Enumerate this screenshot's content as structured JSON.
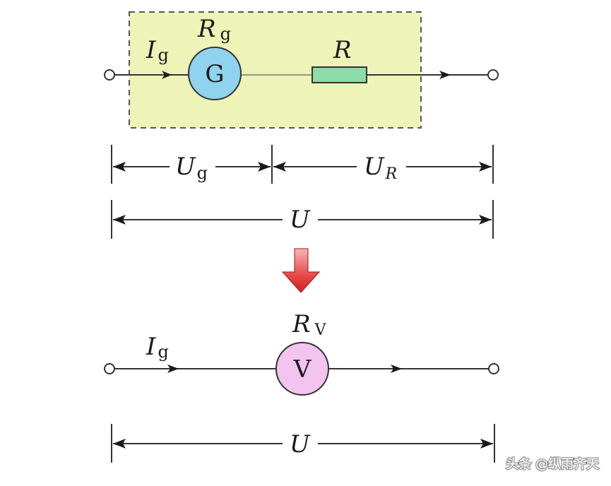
{
  "top_circuit": {
    "current_symbol": "I",
    "current_sub": "g",
    "galvanometer_resistance_symbol": "R",
    "galvanometer_resistance_sub": "g",
    "galvanometer_letter": "G",
    "resistor_symbol": "R",
    "box_color": "#eef3b7",
    "galvanometer_color": "#8fd3ef",
    "resistor_color": "#8ddcaa"
  },
  "voltage_split": {
    "ug_symbol": "U",
    "ug_sub": "g",
    "ur_symbol": "U",
    "ur_sub": "R",
    "total_symbol": "U"
  },
  "transform_arrow_color": "#e23b3b",
  "bottom_circuit": {
    "current_symbol": "I",
    "current_sub": "g",
    "voltmeter_resistance_symbol": "R",
    "voltmeter_resistance_sub": "V",
    "voltmeter_letter": "V",
    "voltmeter_color": "#f3c4ef",
    "total_symbol": "U"
  },
  "watermark": "头条 @纵雨齐天"
}
